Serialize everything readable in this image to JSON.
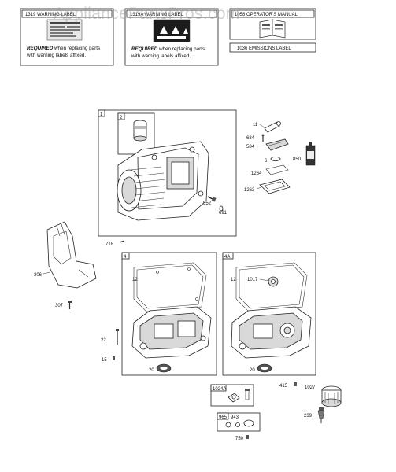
{
  "watermark": "AppliancePartsPros.com",
  "labels_top": {
    "warning_card_1": {
      "title": "1319 WARNING LABEL",
      "required_bold": "REQUIRED",
      "required_rest": " when replacing parts",
      "required_line2": "with warning labels affixed."
    },
    "warning_card_2": {
      "title": "1319A WARNING LABEL",
      "required_bold": "REQUIRED",
      "required_rest": " when replacing parts",
      "required_line2": "with warning labels affixed."
    },
    "manual_card": {
      "title": "1058 OPERATOR'S MANUAL"
    },
    "emissions_card": {
      "title": "1036 EMISSIONS LABEL"
    }
  },
  "groups": {
    "cylinder_box": "1",
    "sleeve_box": "2",
    "crankcase_box": "4",
    "crankcase_4a_box": "4A",
    "box_1024a": "1024A",
    "box_965": "965"
  },
  "callouts": {
    "p11": "11",
    "p684": "684",
    "p584": "584",
    "p6": "6",
    "p850": "850",
    "p1264": "1264",
    "p1263": "1263",
    "p552": "552",
    "p691": "691",
    "p718": "718",
    "p306": "306",
    "p307": "307",
    "p12a": "12",
    "p12b": "12",
    "p1017": "1017",
    "p22": "22",
    "p15": "15",
    "p20a": "20",
    "p20b": "20",
    "p415": "415",
    "p1027": "1027",
    "p239": "239",
    "p943": "943",
    "p750": "750"
  }
}
